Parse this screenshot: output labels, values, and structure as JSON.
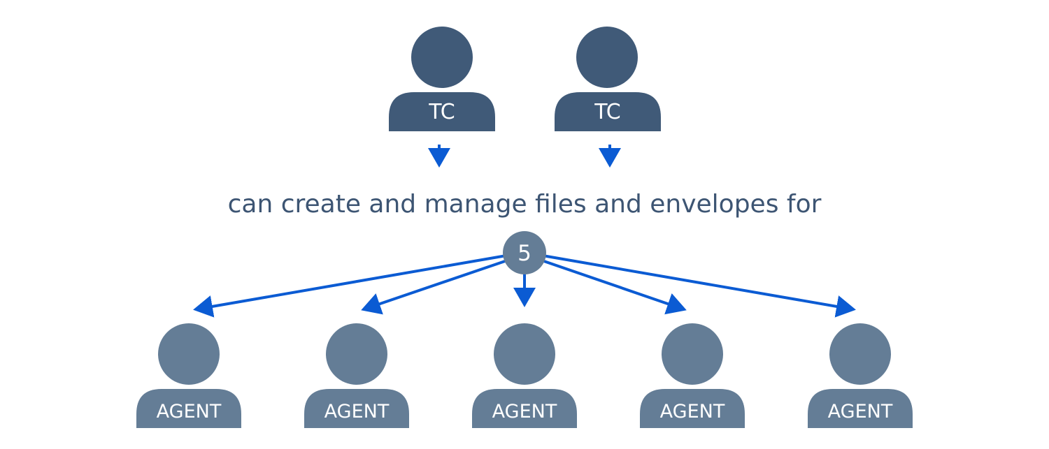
{
  "top_group": {
    "label": "TC",
    "color": "#405a78",
    "count": 2
  },
  "caption": "can create and manage files and envelopes for",
  "count_badge": {
    "value": "5",
    "color": "#647d96"
  },
  "bottom_group": {
    "label": "AGENT",
    "color": "#647d96",
    "count": 5
  },
  "arrow_color": "#0b5bd3",
  "icons": {
    "person": "person-icon",
    "arrow": "arrow-down-icon"
  }
}
